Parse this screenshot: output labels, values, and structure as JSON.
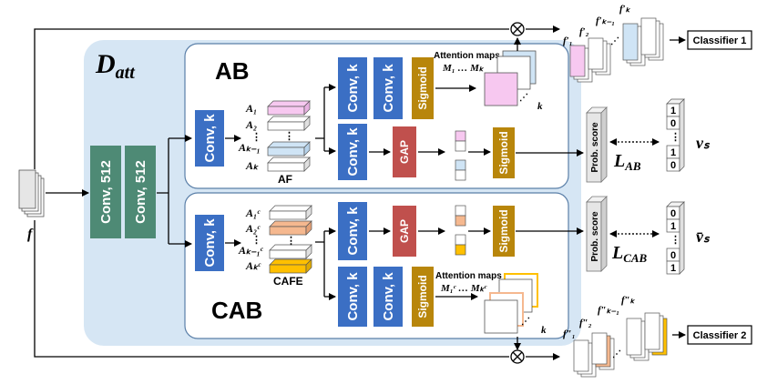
{
  "diagram": {
    "input_label": "f",
    "datt_label_main": "D",
    "datt_label_sub": "att",
    "conv512_label": "Conv, 512",
    "convk_label": "Conv, k",
    "gap_label": "GAP",
    "sigmoid_label": "Sigmoid",
    "ab_title": "AB",
    "cab_title": "CAB",
    "af_label": "AF",
    "cafe_label": "CAFE",
    "ab_attention_title": "Attention maps",
    "ab_attention_sub": "M₁ … Mₖ",
    "cab_attention_title": "Attention maps",
    "cab_attention_sub": "M₁ᶜ … Mₖᶜ",
    "ab_a_labels": [
      "A₁",
      "A₂",
      "Aₖ₋₁",
      "Aₖ"
    ],
    "cab_a_labels": [
      "A₁ᶜ",
      "A₂ᶜ",
      "Aₖ₋₁ᶜ",
      "Aₖᶜ"
    ],
    "k_label": "k",
    "prob_score_label": "Prob. score",
    "l_ab_main": "L",
    "l_ab_sub": "AB",
    "l_cab_main": "L",
    "l_cab_sub": "CAB",
    "v_s_label": "vₛ",
    "v_s_bar_label": "v̄ₛ",
    "v_s_bits": [
      "1",
      "0",
      "1",
      "0"
    ],
    "v_s_bar_bits": [
      "0",
      "1",
      "0",
      "1"
    ],
    "dots": "⋮",
    "classifier1_label": "Classifier 1",
    "classifier2_label": "Classifier 2",
    "fprime_labels": [
      "f′₁",
      "f′₂",
      "f′ₖ₋₁",
      "f′ₖ"
    ],
    "fdprime_labels": [
      "f″₁",
      "f″₂",
      "f″ₖ₋₁",
      "f″ₖ"
    ],
    "multiply_symbol": "⊗"
  },
  "colors": {
    "datt_background": "#d6e6f4",
    "conv512_green": "#4e8a75",
    "convk_blue": "#3b6fc4",
    "gap_red": "#c0504d",
    "sigmoid_gold": "#b8860b",
    "feature_pink": "#f7c8f0",
    "feature_blue": "#cfe4f5",
    "feature_orange": "#f5b88f",
    "feature_yellow": "#ffc000"
  }
}
